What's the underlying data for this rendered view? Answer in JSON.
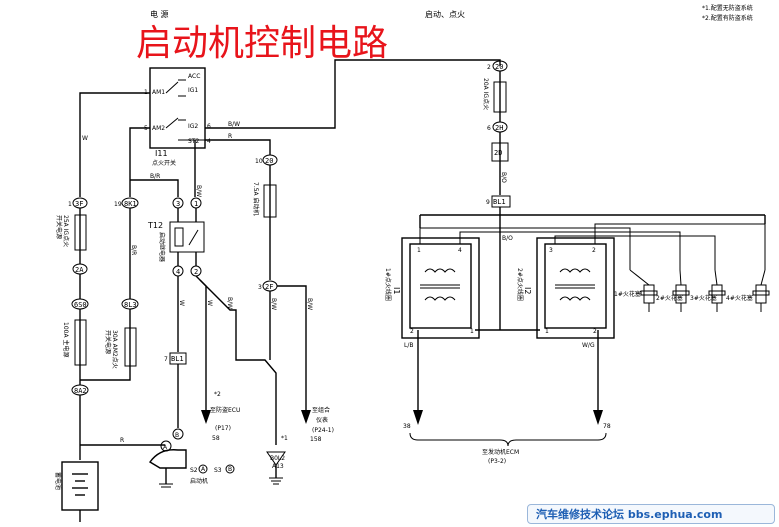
{
  "title": "启动机控制电路",
  "header": {
    "power": "电 源",
    "ignition": "启动、点火"
  },
  "notes": [
    "*1.配置无防盗系统",
    "*2.配置有防盗系统"
  ],
  "switch": {
    "acc": "ACC",
    "am1": "AM1",
    "ig1": "IG1",
    "am2": "AM2",
    "ig2": "IG2",
    "st2": "ST2",
    "code": "I11",
    "name": "点火开关",
    "pin1": "1",
    "pin5": "5",
    "pin6": "6",
    "pin4": "4"
  },
  "wires": {
    "bw": "B/W",
    "r": "R",
    "br": "B/R",
    "w": "W",
    "bo": "B/O",
    "lb": "L/B",
    "wg": "W/G",
    "bw2": "B/W",
    "w2": "W"
  },
  "connectors": {
    "c3f": "3F",
    "c8k1": "8K1",
    "c2a": "2A",
    "c6s0": "6S0",
    "c8l3": "8L3",
    "c8a2": "8A2",
    "c20": "20",
    "c2h": "2H",
    "c2d": "2D",
    "c2f": "2F",
    "cbl1": "BL1",
    "c7bl1": "BL1",
    "c3": "3",
    "c1": "1",
    "c4": "4",
    "c2": "2",
    "c20b": "20",
    "c8l1": "BL1"
  },
  "pins": {
    "p1a": "1",
    "p19": "19",
    "p2a": "2",
    "p1b": "1",
    "p2b": "2",
    "p10": "10",
    "p7": "7",
    "p3": "3",
    "p6": "6",
    "p2c": "2",
    "p9": "9"
  },
  "fuses": {
    "f1": "25A IG点火",
    "f1b": "开关电源",
    "f2": "100A 主电源",
    "f3": "30A AM2点火",
    "f3b": "开关电源",
    "f4": "7.5A 启动机",
    "f5": "20A IG点火"
  },
  "relay": {
    "code": "T12",
    "name": "启动继电器"
  },
  "coils": {
    "i1": "I1",
    "i1name": "1#点火线圈",
    "i2": "I2",
    "i2name": "2#点火线圈",
    "p1": "1",
    "p4": "4",
    "p2": "2",
    "p1b": "1",
    "p3": "3",
    "p2b": "2",
    "p2c": "2",
    "p1c": "1"
  },
  "plugs": {
    "s1": "1#火花塞",
    "s2": "2#火花塞",
    "s3": "3#火花塞",
    "s4": "4#火花塞"
  },
  "grounds": {
    "g1": "B0L2",
    "g1b": "A13",
    "star1": "*1",
    "star2": "*2"
  },
  "labels": {
    "ecu": "至防盗ECU",
    "ecuref": "(P17)",
    "ecupin": "58",
    "meter": "至组合",
    "meter2": "仪表",
    "meterref": "(P24-1)",
    "meterpin": "158",
    "p38": "38",
    "p78": "78",
    "ecm": "至发动机ECM",
    "ecmref": "(P3-2)"
  },
  "starter": {
    "a": "A",
    "b": "B",
    "s2": "S2",
    "s3": "S3",
    "name": "启动机"
  },
  "battery": {
    "name": "蓄电池"
  },
  "watermark": "汽车维修技术论坛 bbs.ephua.com"
}
